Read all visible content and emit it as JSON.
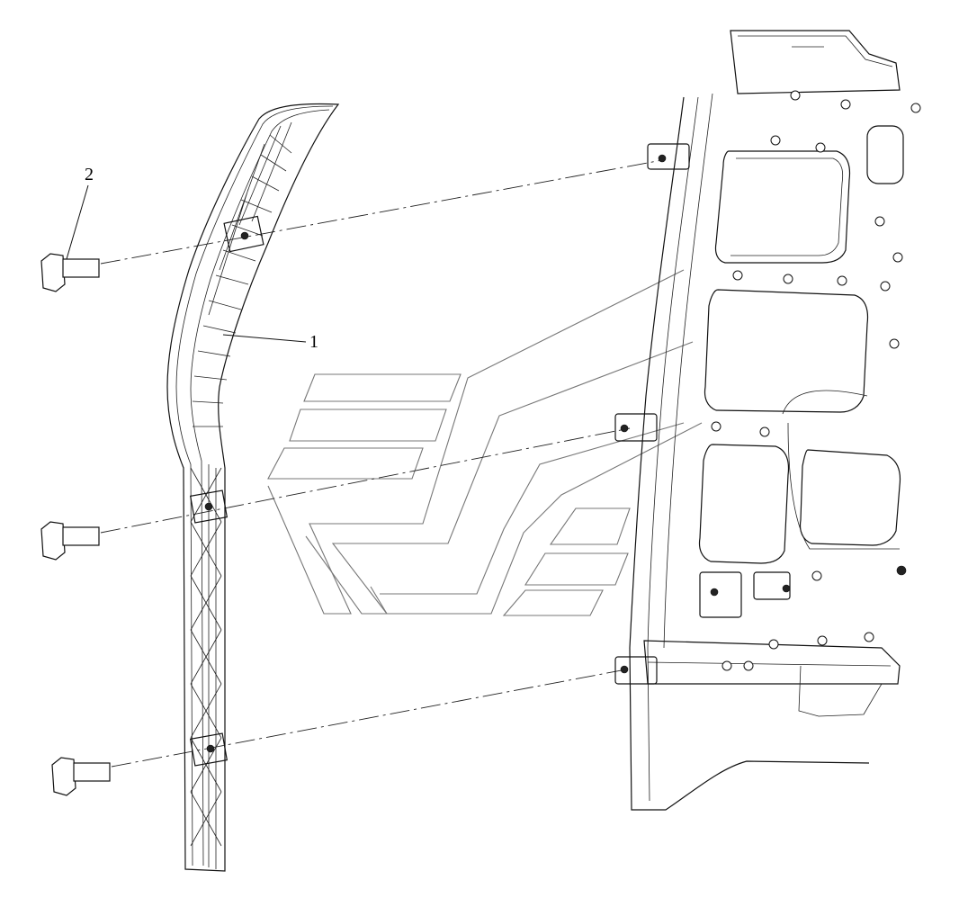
{
  "callouts": [
    {
      "id": "1",
      "label": "1"
    },
    {
      "id": "2",
      "label": "2"
    }
  ],
  "icons": [
    "watermark-logo",
    "bolt-icon",
    "trim-panel",
    "door-frame"
  ]
}
